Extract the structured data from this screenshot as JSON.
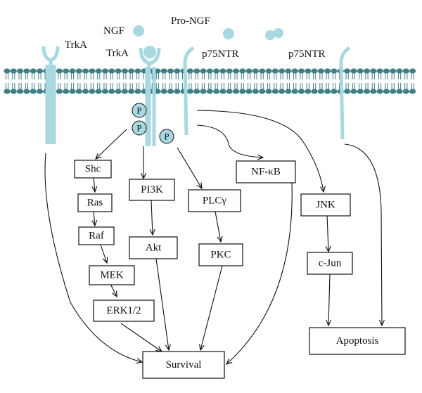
{
  "ligands": {
    "ngf": "NGF",
    "pro_ngf": "Pro-NGF"
  },
  "receptors": {
    "trka_1": "TrkA",
    "trka_2": "TrkA",
    "p75_1": "p75NTR",
    "p75_2": "p75NTR"
  },
  "phospho": {
    "p1": "P",
    "p2": "P",
    "p3": "P"
  },
  "nodes": {
    "shc": "Shc",
    "ras": "Ras",
    "raf": "Raf",
    "mek": "MEK",
    "erk": "ERK1/2",
    "pi3k": "PI3K",
    "akt": "Akt",
    "plc": "PLCγ",
    "pkc": "PKC",
    "nfkb": "NF-κB",
    "jnk": "JNK",
    "cjun": "c-Jun",
    "apoptosis": "Apoptosis",
    "survival": "Survival"
  },
  "colors": {
    "membrane_head": "#3e7f85",
    "receptor": "#a8d8e0",
    "ligand": "#a8d8e0",
    "line": "#111111"
  }
}
